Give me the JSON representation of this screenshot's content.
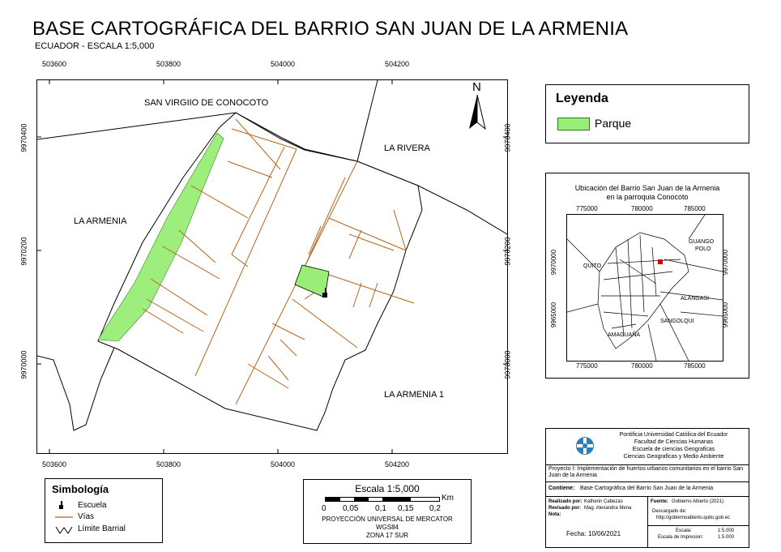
{
  "header": {
    "title": "BASE CARTOGRÁFICA DEL BARRIO SAN JUAN DE LA ARMENIA",
    "subtitle": "ECUADOR - ESCALA 1:5,000"
  },
  "grid": {
    "x_ticks": [
      "503600",
      "503800",
      "504000",
      "504200"
    ],
    "y_ticks": [
      "9970400",
      "9970200",
      "9970000"
    ]
  },
  "map": {
    "north_label": "N",
    "places": {
      "san_virgilio": "SAN VIRGIIO DE CONOCOTO",
      "la_rivera": "LA RIVERA",
      "la_armenia": "LA ARMENIA",
      "la_armenia_1": "LA ARMENIA 1"
    },
    "colors": {
      "park": "#99ee77",
      "roads": "#b5651d",
      "boundary": "#000000"
    }
  },
  "legend": {
    "title": "Leyenda",
    "items": [
      {
        "label": "Parque",
        "color": "#99ee77"
      }
    ]
  },
  "location_map": {
    "title_line1": "Ubicación del Barrio San Juan de la Armenia",
    "title_line2": "en la parroquia Conocoto",
    "x_ticks": [
      "775000",
      "780000",
      "785000"
    ],
    "y_ticks": [
      "9970000",
      "9965000"
    ],
    "places": {
      "quito": "QUITO",
      "guango": "GUANGO",
      "polo": "POLO",
      "alangasi": "ALANGASI",
      "sangolqui": "SANGOLQUI",
      "amaguana": "AMAGUAÑA"
    },
    "marker_color": "#dd0000"
  },
  "symbology": {
    "title": "Simbología",
    "items": [
      {
        "icon": "school-icon",
        "label": "Escuela"
      },
      {
        "icon": "road-line-icon",
        "label": "Vías"
      },
      {
        "icon": "boundary-icon",
        "label": "Límite Barrial"
      }
    ]
  },
  "scale": {
    "title": "Escala 1:5,000",
    "unit": "Km",
    "labels": [
      "0",
      "0,05",
      "0,1",
      "0,15",
      "0,2"
    ],
    "projection": "PROYECCIÓN UNIVERSAL DE MERCATOR",
    "datum": "WGS84",
    "zone": "ZONA 17 SUR"
  },
  "info": {
    "institution_lines": [
      "Pontificia Universidad Católica del Ecuador",
      "Facultad de Ciencias Humanas",
      "Escuela de ciencias Geograficas",
      "Ciencias Geograficas y Medio Ambiente"
    ],
    "project": "Proyecto I: Implementación de huertos urbanos comunitarios en el barrio San Juan de la Armenia",
    "contains_label": "Contiene:",
    "contains_value": "Base Cartográfica del Barrio San Juan de la Armenia",
    "made_by_label": "Realizado por:",
    "made_by_value": "Katherin Cabezas",
    "reviewed_by_label": "Revisado por:",
    "reviewed_by_value": "Mag. Alexandra Mena",
    "note_label": "Nota:",
    "source_label": "Fuente:",
    "source_value": "Gobierno Abierto (2021)",
    "download_label": "Descargado de:",
    "download_value": "http://gobiernoabierto.quito.gob.ec",
    "date_label": "Fecha:",
    "date_value": "10/06/2021",
    "scale_label": "Escala:",
    "scale_value": "1:5.000",
    "print_scale_label": "Escala de Impresion:",
    "print_scale_value": "1:5.000"
  }
}
